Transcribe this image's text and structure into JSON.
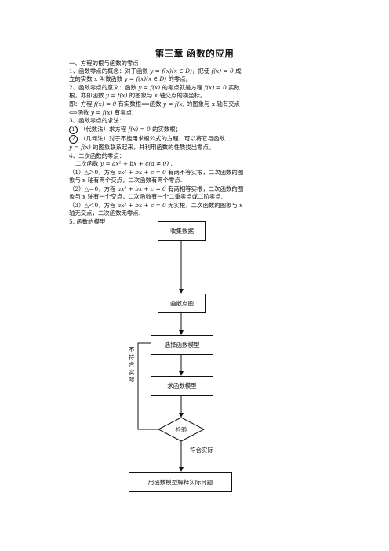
{
  "title": "第三章  函数的应用",
  "lines": {
    "l1": "一、方程的根与函数的零点",
    "l2a": "1、函数零点的概念：对于函数 ",
    "l2b": "y = f(x)(x ∈ D)",
    "l2c": "，把使 ",
    "l2d": "f(x) = 0",
    "l2e": " 成",
    "l3a": "立的",
    "l3b": "实数",
    "l3c": " x 叫做函数 ",
    "l3d": "y = f(x)(x ∈ D)",
    "l3e": " 的零点。",
    "l4a": "2、函数零点的意义：函数 ",
    "l4b": "y = f(x)",
    "l4c": " 的零点就是方程 ",
    "l4d": "f(x) = 0",
    "l4e": " 实数",
    "l5a": "根，亦即函数 ",
    "l5b": "y = f(x)",
    "l5c": " 的图象与 x 轴交点的横坐标。",
    "l6a": "即：方程 ",
    "l6b": "f(x) = 0",
    "l6c": " 有实数根⟺函数 ",
    "l6d": "y = f(x)",
    "l6e": " 的图象与 x 轴有交点",
    "l7a": "⟺函数 ",
    "l7b": "y = f(x)",
    "l7c": " 有零点.",
    "l8": "3、函数零点的求法：",
    "l9n": "1",
    "l9a": "（代数法）求方程 ",
    "l9b": "f(x) = 0",
    "l9c": " 的实数根；",
    "l10n": "2",
    "l10a": "（几何法）对于不能用求根公式的方程，可以将它与函数",
    "l11a": "y = f(x)",
    "l11b": " 的图象联系起来，并利用函数的性质找出零点。",
    "l12": "4、二次函数的零点：",
    "l13a": "二次函数 ",
    "l13b": "y = ax² + bx + c(a ≠ 0)",
    "l13c": " .",
    "l14a": "（1）△＞0，方程 ",
    "l14b": "ax² + bx + c = 0",
    "l14c": " 有两不等实根，二次函数的图",
    "l15": "象与 x 轴有两个交点，二次函数有两个零点.",
    "l16a": "（2）△＝0，方程 ",
    "l16b": "ax² + bx + c = 0",
    "l16c": " 有两相等实根，二次函数的图",
    "l17": "象与 x 轴有一个交点，二次函数有一个二重零点或二阶零点.",
    "l18a": "（3）△＜0，方程 ",
    "l18b": "ax² + bx + c = 0",
    "l18c": " 无实根，二次函数的图象与 x",
    "l19": "轴无交点，二次函数无零点.",
    "l20": "5. 函数的模型"
  },
  "flowchart": {
    "collect": "收集数据",
    "plot": "画散点图",
    "choose": "选择函数模型",
    "solve": "求函数模型",
    "check": "检验",
    "fit": "符合实际",
    "notfit": "不符合实际",
    "apply": "用函数模型解释实际问题"
  }
}
